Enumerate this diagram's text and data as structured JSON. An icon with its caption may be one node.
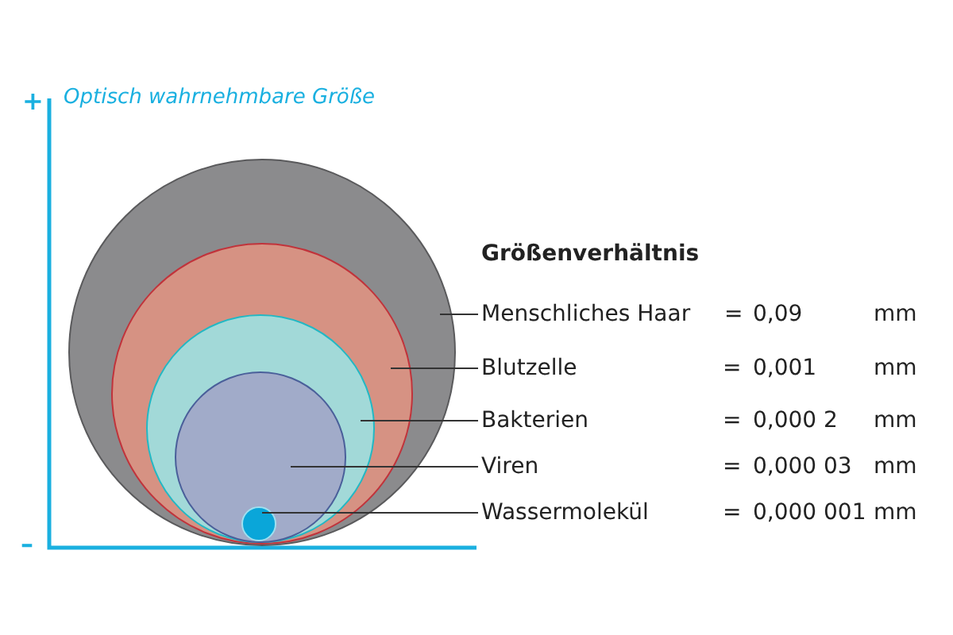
{
  "diagram": {
    "nodes": [
      {
        "text": [],
        "shape": "circle"
      },
      {
        "text": [],
        "shape": "circle",
        "in": 0
      },
      {
        "text": [],
        "shape": "circle",
        "in": 1
      },
      {
        "text": [],
        "shape": "circle",
        "in": 2
      },
      {
        "text": [],
        "shape": "circle",
        "in": 3
      },
      {
        "text": [
          "Menschliches Haar"
        ]
      },
      {
        "text": [
          "Blutzelle"
        ]
      },
      {
        "text": [
          "Bakterien"
        ]
      },
      {
        "text": [
          "Viren"
        ]
      },
      {
        "text": [
          "Wassermolekül"
        ]
      }
    ],
    "edges": [
      {
        "from": 5,
        "to": 0,
        "arrow": "none"
      },
      {
        "from": 6,
        "to": 1,
        "arrow": "none"
      },
      {
        "from": 7,
        "to": 2,
        "arrow": "none"
      },
      {
        "from": 8,
        "to": 3,
        "arrow": "none"
      },
      {
        "from": 9,
        "to": 4,
        "arrow": "none"
      }
    ],
    "labels": [
      "+",
      "Optisch wahrnehmbare Größe",
      "–",
      "Größenverhältnis",
      "=",
      "0,09",
      "mm",
      "=",
      "0,001",
      "mm",
      "=",
      "0,000 2",
      "mm",
      "=",
      "0,000 03",
      "mm",
      "=",
      "0,000 001",
      "mm"
    ]
  }
}
